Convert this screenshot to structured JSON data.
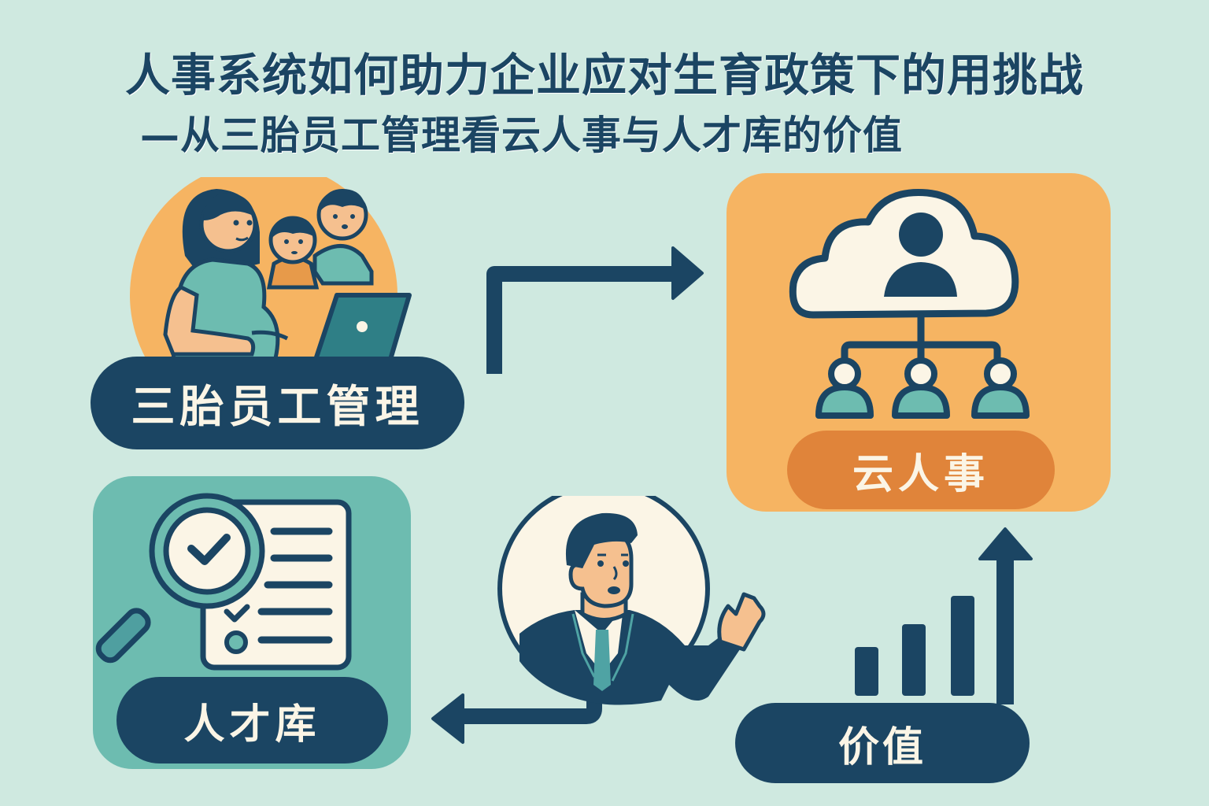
{
  "header": {
    "title": "人事系统如何助力企业应对生育政策下的用挑战",
    "subtitle": "—从三胎员工管理看云人事与人才库的价值"
  },
  "nodes": {
    "employee_management": {
      "label": "三胎员工管理",
      "illustration": "pregnant-woman-with-children-at-laptop"
    },
    "cloud_hr": {
      "label": "云人事",
      "illustration": "cloud-org-chart-icon"
    },
    "talent_pool": {
      "label": "人才库",
      "illustration": "magnifier-checklist-icon"
    },
    "value": {
      "label": "价值",
      "illustration": "rising-bar-chart-icon"
    },
    "hr_manager": {
      "illustration": "businessman-waving-avatar"
    }
  },
  "flow": [
    {
      "from": "三胎员工管理",
      "to": "云人事",
      "icon": "arrow-right-icon"
    },
    {
      "from": "价值",
      "to": "云人事",
      "icon": "arrow-up-icon"
    },
    {
      "from": "hr-manager",
      "to": "人才库",
      "icon": "arrow-left-icon"
    }
  ],
  "colors": {
    "background": "#cfe9e0",
    "navy": "#1b4563",
    "orange_light": "#f6b462",
    "orange_dark": "#e0843a",
    "teal": "#6dbcb0",
    "cream": "#fbf5e6",
    "skin": "#f5c08f"
  }
}
